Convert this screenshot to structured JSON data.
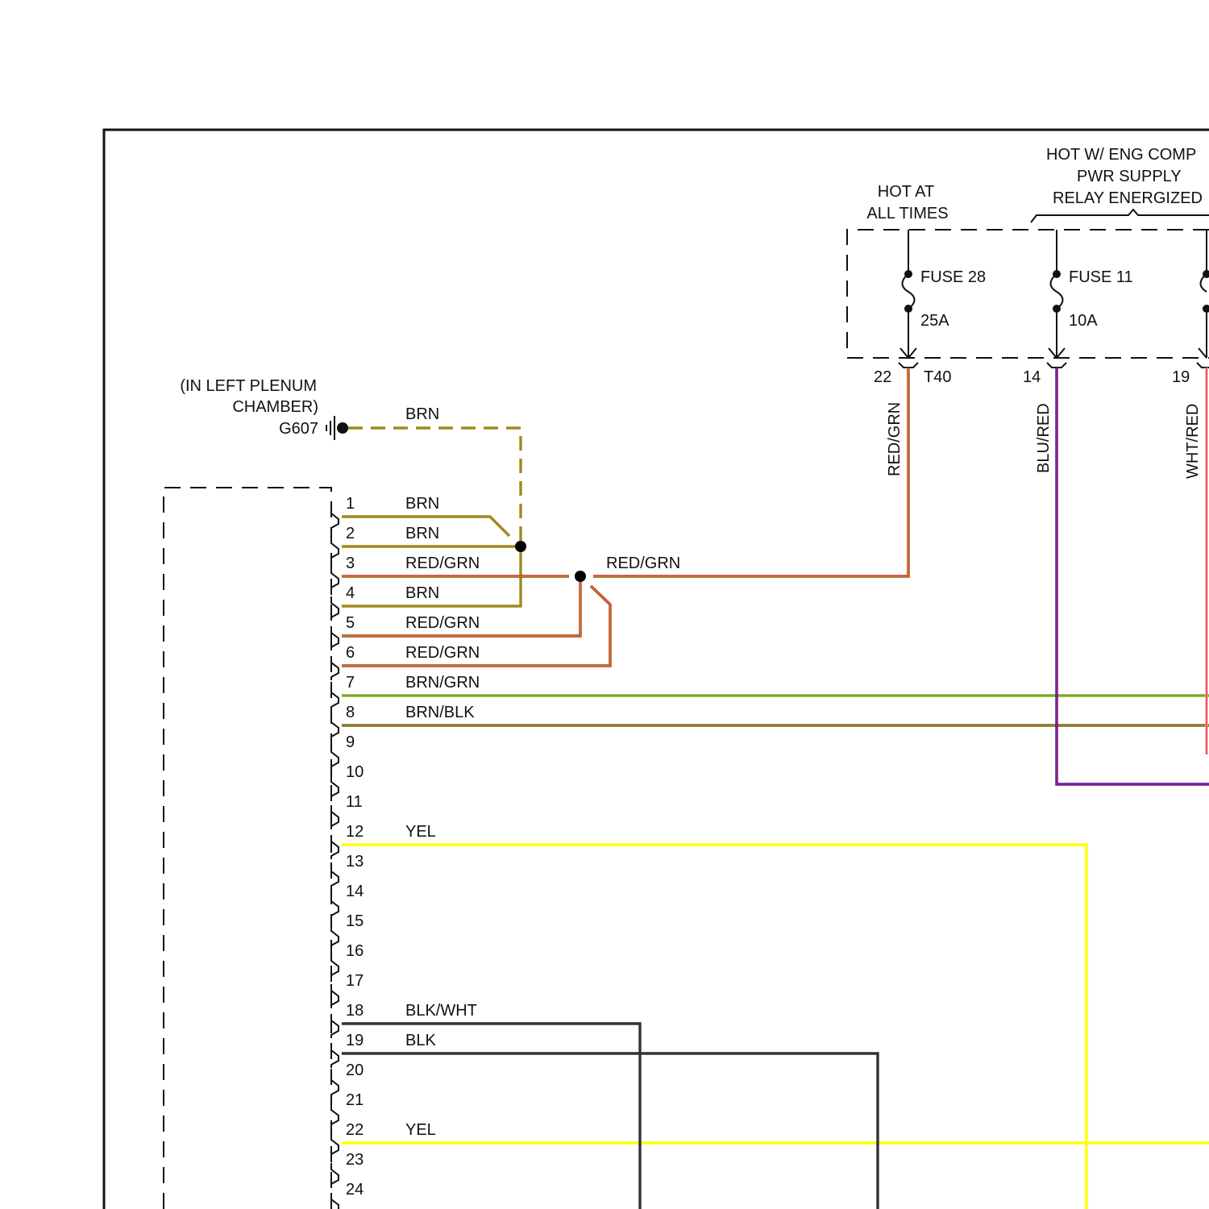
{
  "labels": {
    "hot_at_all_times_1": "HOT AT",
    "hot_at_all_times_2": "ALL TIMES",
    "hot_eng_1": "HOT W/ ENG COMP",
    "hot_eng_2": "PWR SUPPLY",
    "hot_eng_3": "RELAY ENERGIZED",
    "fuse28": "FUSE 28",
    "fuse28_rating": "25A",
    "fuse11": "FUSE 11",
    "fuse11_rating": "10A",
    "pin22": "22",
    "connector": "T40",
    "pin14": "14",
    "pin19": "19",
    "ground_loc_1": "(IN LEFT PLENUM",
    "ground_loc_2": "CHAMBER)",
    "ground_id": "G607",
    "ground_wire": "BRN",
    "vertical_redgrn": "RED/GRN",
    "vertical_blured": "BLU/RED",
    "vertical_whtred": "WHT/RED",
    "splice_redgrn": "RED/GRN"
  },
  "pins": [
    {
      "num": "1",
      "wire": "BRN"
    },
    {
      "num": "2",
      "wire": "BRN"
    },
    {
      "num": "3",
      "wire": "RED/GRN"
    },
    {
      "num": "4",
      "wire": "BRN"
    },
    {
      "num": "5",
      "wire": "RED/GRN"
    },
    {
      "num": "6",
      "wire": "RED/GRN"
    },
    {
      "num": "7",
      "wire": "BRN/GRN"
    },
    {
      "num": "8",
      "wire": "BRN/BLK"
    },
    {
      "num": "9",
      "wire": ""
    },
    {
      "num": "10",
      "wire": ""
    },
    {
      "num": "11",
      "wire": ""
    },
    {
      "num": "12",
      "wire": "YEL"
    },
    {
      "num": "13",
      "wire": ""
    },
    {
      "num": "14",
      "wire": ""
    },
    {
      "num": "15",
      "wire": ""
    },
    {
      "num": "16",
      "wire": ""
    },
    {
      "num": "17",
      "wire": ""
    },
    {
      "num": "18",
      "wire": "BLK/WHT"
    },
    {
      "num": "19",
      "wire": "BLK"
    },
    {
      "num": "20",
      "wire": ""
    },
    {
      "num": "21",
      "wire": ""
    },
    {
      "num": "22",
      "wire": "YEL"
    },
    {
      "num": "23",
      "wire": ""
    },
    {
      "num": "24",
      "wire": ""
    }
  ],
  "colors": {
    "brn": "#a08a1e",
    "red": "#e02020",
    "grn": "#70c030",
    "blu": "#3010d0",
    "yel": "#ffff00",
    "blk": "#333333",
    "brnblk": "#7a6a20"
  }
}
